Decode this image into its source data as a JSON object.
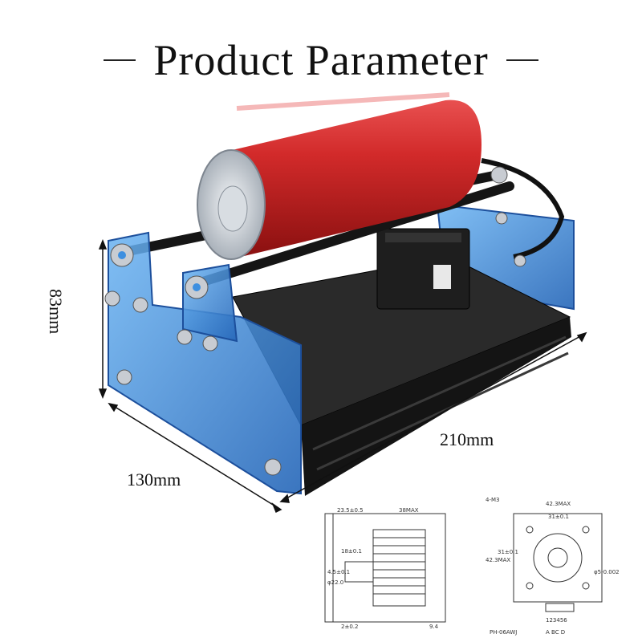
{
  "title": "Product Parameter",
  "dimensions": {
    "height": "83mm",
    "length": "210mm",
    "width": "130mm"
  },
  "drawing_side": {
    "d1": "23.5±0.5",
    "d2": "38MAX",
    "d3": "18±0.1",
    "d4": "4.5±0.1",
    "d5": "φ22.0",
    "d6": "2±0.2",
    "d7": "9.4"
  },
  "drawing_front": {
    "d1": "4-M3",
    "d2": "42.3MAX",
    "d3": "31±0.1",
    "d4": "42.3MAX",
    "d5": "31±0.1",
    "d6": "φ5-0.002",
    "d7": "PH-06AWJ",
    "d8": "123456",
    "d9": "A BC D"
  },
  "colors": {
    "acrylic": "#3d8fe0",
    "can": "#c81e1e",
    "metal": "#c8ccd2",
    "rail": "#1a1a1a"
  }
}
